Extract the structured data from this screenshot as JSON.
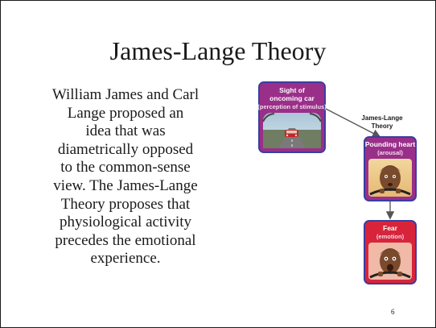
{
  "slide": {
    "title": "James-Lange Theory",
    "body_lines": [
      "William James and Carl",
      "Lange proposed an",
      "idea that was",
      "diametrically opposed",
      "to the common-sense",
      "view.  The James-Lange",
      "Theory proposes that",
      "physiological activity",
      "precedes the emotional",
      "experience."
    ],
    "page_number": "6"
  },
  "diagram": {
    "box1": {
      "title_line1": "Sight of",
      "title_line2": "oncoming car",
      "subtitle": "(perception of stimulus)"
    },
    "arrow_label_line1": "James-Lange",
    "arrow_label_line2": "Theory",
    "box2": {
      "title": "Pounding heart",
      "subtitle": "(arousal)"
    },
    "box3": {
      "title": "Fear",
      "subtitle": "(emotion)"
    },
    "colors": {
      "box_purple": "#9a2f8a",
      "box_red": "#d8243a",
      "border_blue": "#3c3da0",
      "arrow": "#555555"
    }
  }
}
